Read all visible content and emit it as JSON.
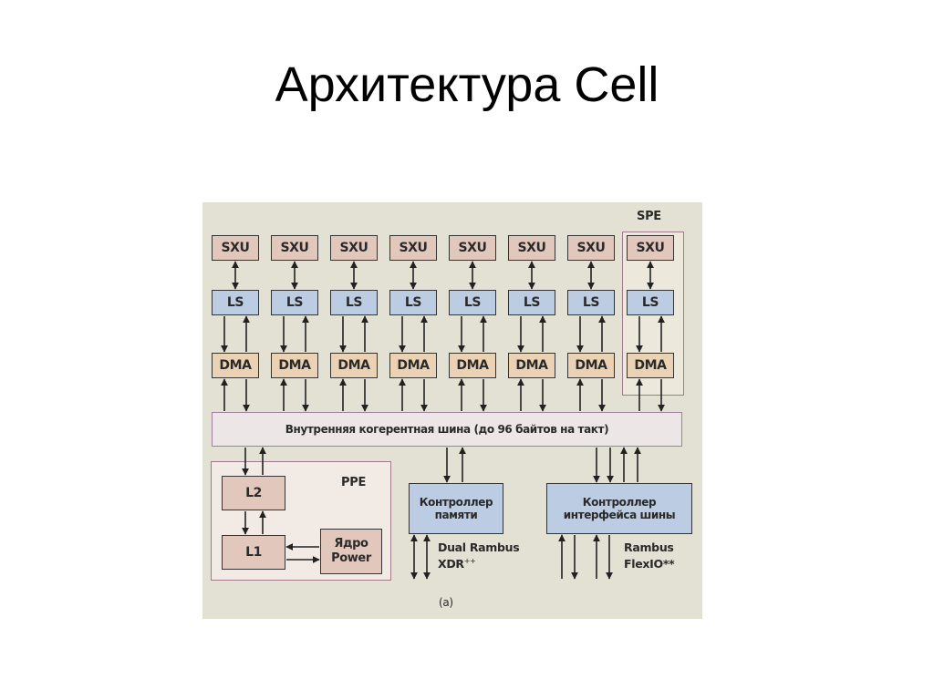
{
  "slide": {
    "title": "Архитектура Cell"
  },
  "diagram": {
    "spe_label": "SPE",
    "ppe_label": "PPE",
    "caption": "(a)",
    "spe_units": [
      {
        "sxu": "SXU",
        "ls": "LS",
        "dma": "DMA"
      },
      {
        "sxu": "SXU",
        "ls": "LS",
        "dma": "DMA"
      },
      {
        "sxu": "SXU",
        "ls": "LS",
        "dma": "DMA"
      },
      {
        "sxu": "SXU",
        "ls": "LS",
        "dma": "DMA"
      },
      {
        "sxu": "SXU",
        "ls": "LS",
        "dma": "DMA"
      },
      {
        "sxu": "SXU",
        "ls": "LS",
        "dma": "DMA"
      },
      {
        "sxu": "SXU",
        "ls": "LS",
        "dma": "DMA"
      },
      {
        "sxu": "SXU",
        "ls": "LS",
        "dma": "DMA"
      }
    ],
    "bus": "Внутренняя когерентная шина (до 96 байтов на такт)",
    "ppe": {
      "l2": "L2",
      "l1": "L1",
      "core_line1": "Ядро",
      "core_line2": "Power"
    },
    "memory_controller": {
      "line1": "Контроллер",
      "line2": "памяти"
    },
    "bus_interface_controller": {
      "line1": "Контроллер",
      "line2": "интерфейса шины"
    },
    "memory_io": {
      "line1": "Dual Rambus",
      "line2": "XDR",
      "mark": "++"
    },
    "flex_io": {
      "line1": "Rambus",
      "line2": "FlexIO**"
    },
    "colors": {
      "background": "#e3e0d4",
      "sxu_fill": "#e2c8bc",
      "ls_fill": "#bccce2",
      "dma_fill": "#ecd2b4",
      "frame": "#a07a8a",
      "wire": "#222222"
    }
  }
}
